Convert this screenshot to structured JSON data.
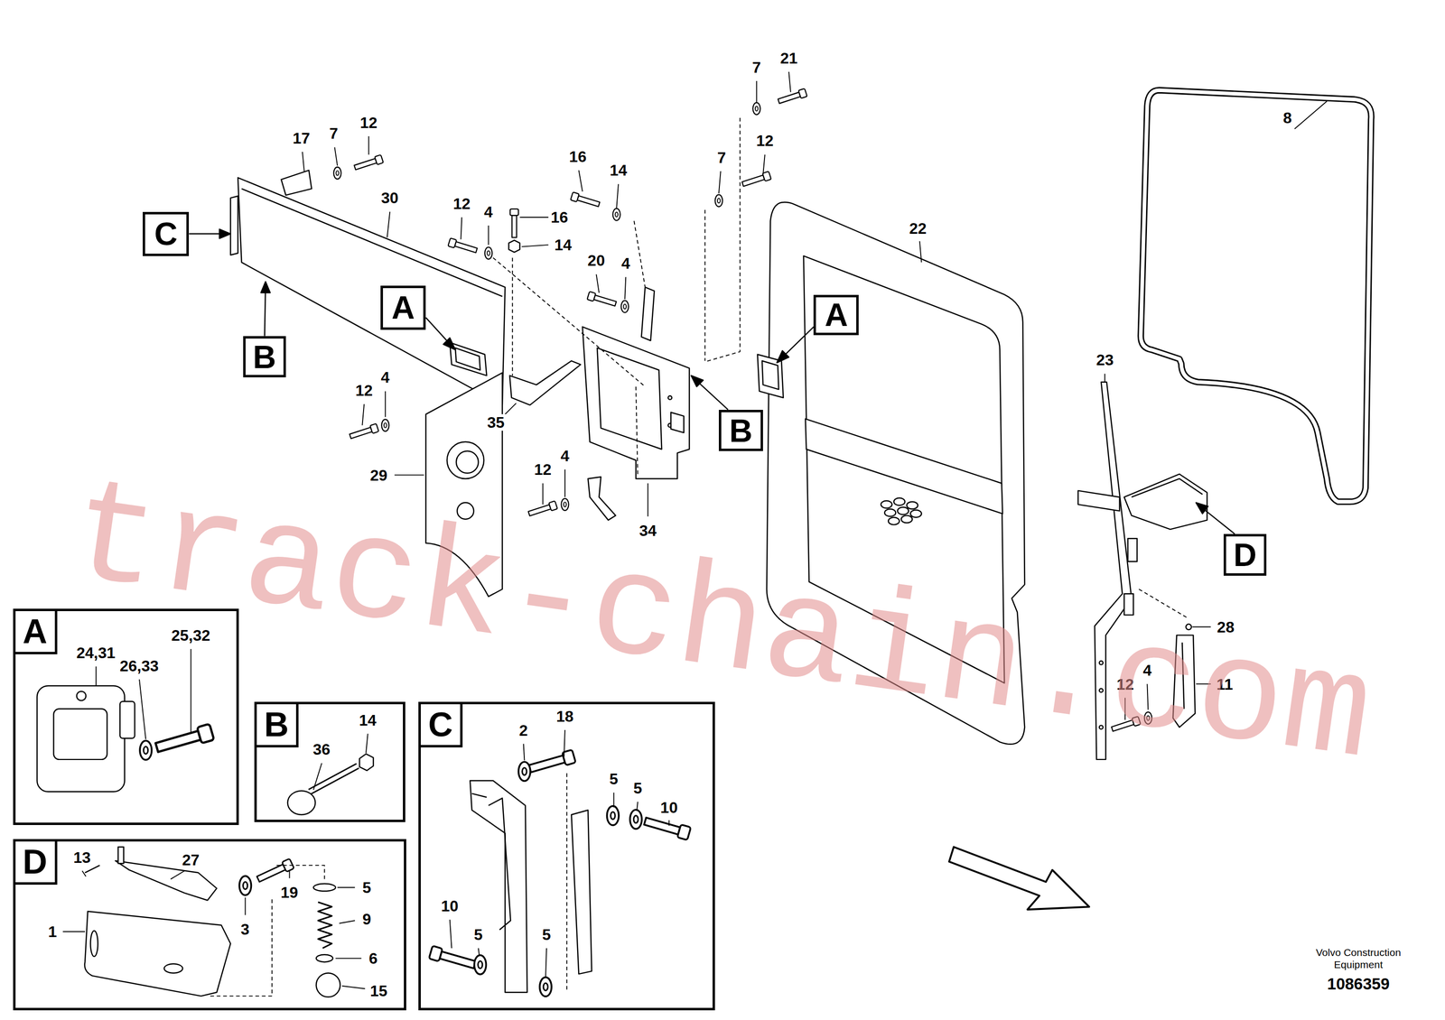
{
  "diagram": {
    "nodes": [
      {
        "text": [
          "C"
        ]
      },
      {
        "text": [
          "A"
        ]
      },
      {
        "text": [
          "A"
        ]
      },
      {
        "text": [
          "B"
        ]
      },
      {
        "text": [
          "B"
        ]
      },
      {
        "text": [
          "D"
        ]
      },
      {
        "text": [
          "A"
        ]
      },
      {
        "text": [
          "B"
        ]
      },
      {
        "text": [
          "C"
        ]
      },
      {
        "text": [
          "D"
        ]
      }
    ],
    "labels": [
      "7",
      "21",
      "8",
      "17",
      "7",
      "12",
      "16",
      "14",
      "7",
      "12",
      "30",
      "12",
      "4",
      "16",
      "14",
      "22",
      "20",
      "4",
      "23",
      "12",
      "4",
      "35",
      "29",
      "12",
      "4",
      "34",
      "28",
      "12",
      "4",
      "11",
      "24,31",
      "25,32",
      "26,33",
      "14",
      "36",
      "2",
      "18",
      "5",
      "5",
      "10",
      "10",
      "5",
      "5",
      "13",
      "27",
      "5",
      "19",
      "1",
      "3",
      "9",
      "6",
      "15",
      "track-chain.com",
      "Volvo Construction Equipment",
      "1086359"
    ]
  }
}
